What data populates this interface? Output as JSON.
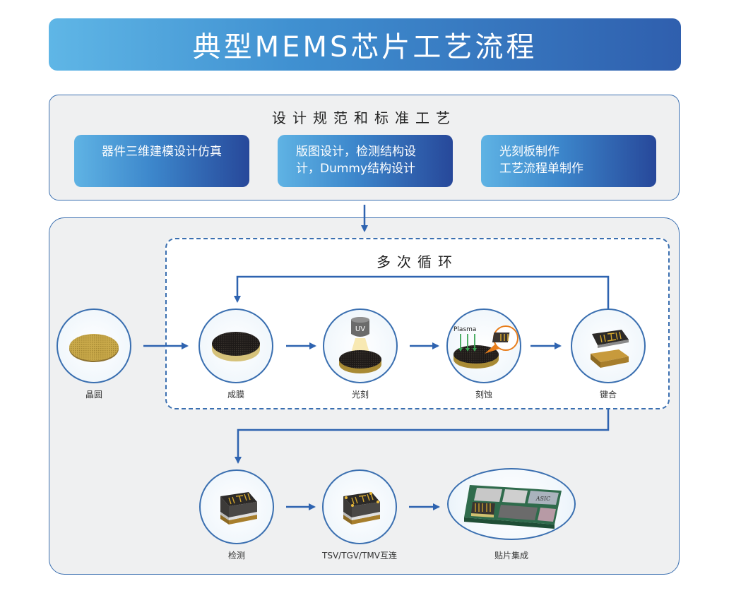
{
  "title": "典型MEMS芯片工艺流程",
  "design_section": {
    "title": "设计规范和标准工艺",
    "boxes": [
      {
        "lines": [
          "器件三维建模设计仿真"
        ]
      },
      {
        "lines": [
          "版图设计，检测结构设",
          "计，Dummy结构设计"
        ]
      },
      {
        "lines": [
          "光刻板制作",
          "工艺流程单制作"
        ]
      }
    ]
  },
  "process_section": {
    "loop_title": "多次循环",
    "steps": [
      {
        "label": "晶圆",
        "icon": "wafer-icon"
      },
      {
        "label": "成膜",
        "icon": "film-deposition-icon"
      },
      {
        "label": "光刻",
        "icon": "uv-lithography-icon",
        "lamp_text": "UV"
      },
      {
        "label": "刻蚀",
        "icon": "plasma-etching-icon",
        "annotation": "Plasma"
      },
      {
        "label": "键合",
        "icon": "bonding-chip-icon"
      },
      {
        "label": "检测",
        "icon": "inspection-chip-icon"
      },
      {
        "label": "TSV/TGV/TMV互连",
        "icon": "interconnect-chip-icon"
      },
      {
        "label": "贴片集成",
        "icon": "board-integration-icon",
        "chip_text": "ASIC"
      }
    ]
  },
  "colors": {
    "accent": "#3a6fb0",
    "arrow": "#2e63b0",
    "panel_bg": "#eff0f1",
    "gradient_start": "#5fb6e6",
    "gradient_end": "#2f5fae"
  }
}
